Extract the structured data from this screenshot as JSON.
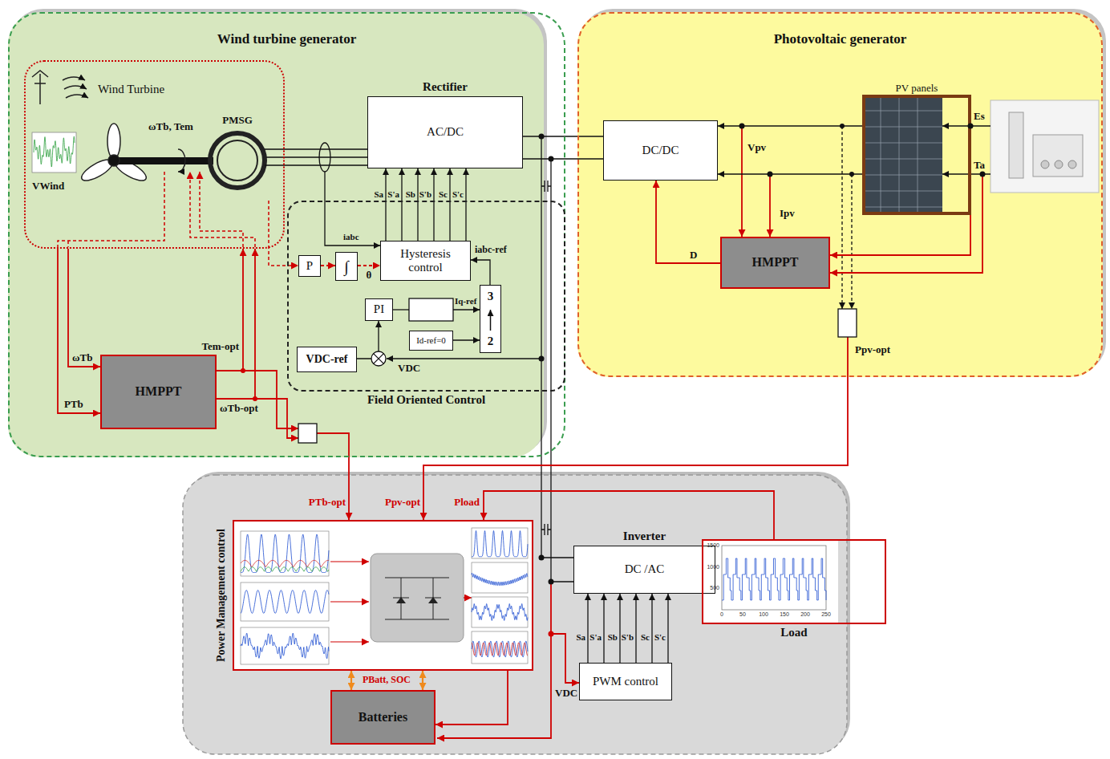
{
  "diagram": {
    "nodes": [
      {
        "text": [
          "Wind turbine generator"
        ]
      },
      {
        "text": [
          "Wind Turbine"
        ],
        "in": 0
      },
      {
        "text": [
          "Rectifier",
          "AC/DC"
        ],
        "in": 0
      },
      {
        "text": [
          "Field Oriented Control"
        ],
        "in": 0
      },
      {
        "text": [
          "P"
        ],
        "in": 3
      },
      {
        "text": [
          "∫"
        ],
        "in": 3
      },
      {
        "text": [
          "Hysteresis control"
        ],
        "in": 3
      },
      {
        "text": [
          "PI"
        ],
        "in": 3
      },
      {
        "text": [
          "Id-ref=0"
        ],
        "in": 3
      },
      {
        "text": [
          "3",
          "2"
        ],
        "in": 3
      },
      {
        "text": [
          "VDC-ref"
        ],
        "in": 3
      },
      {
        "text": [
          "HMPPT"
        ],
        "in": 0
      },
      {
        "text": [
          "Photovoltaic generator"
        ]
      },
      {
        "text": [
          "DC/DC"
        ],
        "in": 12
      },
      {
        "text": [
          "PV panels"
        ],
        "in": 12
      },
      {
        "text": [
          "HMPPT"
        ],
        "in": 12
      },
      {
        "text": [
          "Power Management control"
        ]
      },
      {
        "text": [
          "Inverter",
          "DC /AC"
        ]
      },
      {
        "text": [
          "Load"
        ]
      },
      {
        "text": [
          "PWM control"
        ]
      },
      {
        "text": [
          "Batteries"
        ]
      }
    ],
    "edges": [
      {
        "from": 1,
        "to": 11,
        "arrow": "to",
        "label": "ωTb"
      },
      {
        "from": 1,
        "to": 11,
        "arrow": "to",
        "label": "PTb"
      },
      {
        "from": 11,
        "to": 1,
        "arrow": "to",
        "label": "Tem-opt"
      },
      {
        "from": 11,
        "to": 1,
        "arrow": "to",
        "label": "ωTb-opt"
      },
      {
        "from": 4,
        "to": 5,
        "arrow": "to"
      },
      {
        "from": 5,
        "to": 6,
        "arrow": "to",
        "label": "θ"
      },
      {
        "from": 6,
        "to": 2,
        "arrow": "to",
        "label": "Sa"
      },
      {
        "from": 6,
        "to": 2,
        "arrow": "to",
        "label": "S'a"
      },
      {
        "from": 6,
        "to": 2,
        "arrow": "to",
        "label": "Sb"
      },
      {
        "from": 6,
        "to": 2,
        "arrow": "to",
        "label": "S'b"
      },
      {
        "from": 6,
        "to": 2,
        "arrow": "to",
        "label": "Sc"
      },
      {
        "from": 6,
        "to": 2,
        "arrow": "to",
        "label": "S'c"
      },
      {
        "from": 9,
        "to": 6,
        "arrow": "to",
        "label": "iabc-ref"
      },
      {
        "from": 8,
        "to": 9,
        "arrow": "to"
      },
      {
        "from": 10,
        "to": 7,
        "arrow": "to"
      },
      {
        "from": 2,
        "to": 13,
        "arrow": "none"
      },
      {
        "from": 2,
        "to": 13,
        "arrow": "none"
      },
      {
        "from": 14,
        "to": 13,
        "arrow": "to"
      },
      {
        "from": 14,
        "to": 13,
        "arrow": "to"
      },
      {
        "from": 15,
        "to": 13,
        "arrow": "to",
        "label": "D"
      },
      {
        "from": 18,
        "to": 16,
        "arrow": "to",
        "label": "Pload"
      },
      {
        "from": 16,
        "to": 20,
        "arrow": "to"
      },
      {
        "from": 16,
        "to": 20,
        "arrow": "both"
      },
      {
        "from": 16,
        "to": 20,
        "arrow": "both"
      },
      {
        "from": 17,
        "to": 18,
        "arrow": "none"
      },
      {
        "from": 17,
        "to": 18,
        "arrow": "none"
      },
      {
        "from": 17,
        "to": 18,
        "arrow": "none"
      },
      {
        "from": 19,
        "to": 17,
        "arrow": "to",
        "label": "Sa"
      },
      {
        "from": 19,
        "to": 17,
        "arrow": "to",
        "label": "S'a"
      },
      {
        "from": 19,
        "to": 17,
        "arrow": "to",
        "label": "Sb"
      },
      {
        "from": 19,
        "to": 17,
        "arrow": "to",
        "label": "S'b"
      },
      {
        "from": 19,
        "to": 17,
        "arrow": "to",
        "label": "Sc"
      },
      {
        "from": 19,
        "to": 17,
        "arrow": "to",
        "label": "S'c"
      }
    ],
    "labels": [
      "ωTb, Tem",
      "VWind",
      "PMSG",
      "iabc",
      "Iq-ref",
      "VDC",
      "PTb-opt",
      "Ppv-opt",
      "Es",
      "Ta",
      "Vpv",
      "Ipv",
      "Ppv-opt",
      "PBatt, SOC",
      "VDC",
      "1500",
      "1000",
      "500",
      "0",
      "50",
      "100",
      "150",
      "200",
      "250"
    ]
  }
}
